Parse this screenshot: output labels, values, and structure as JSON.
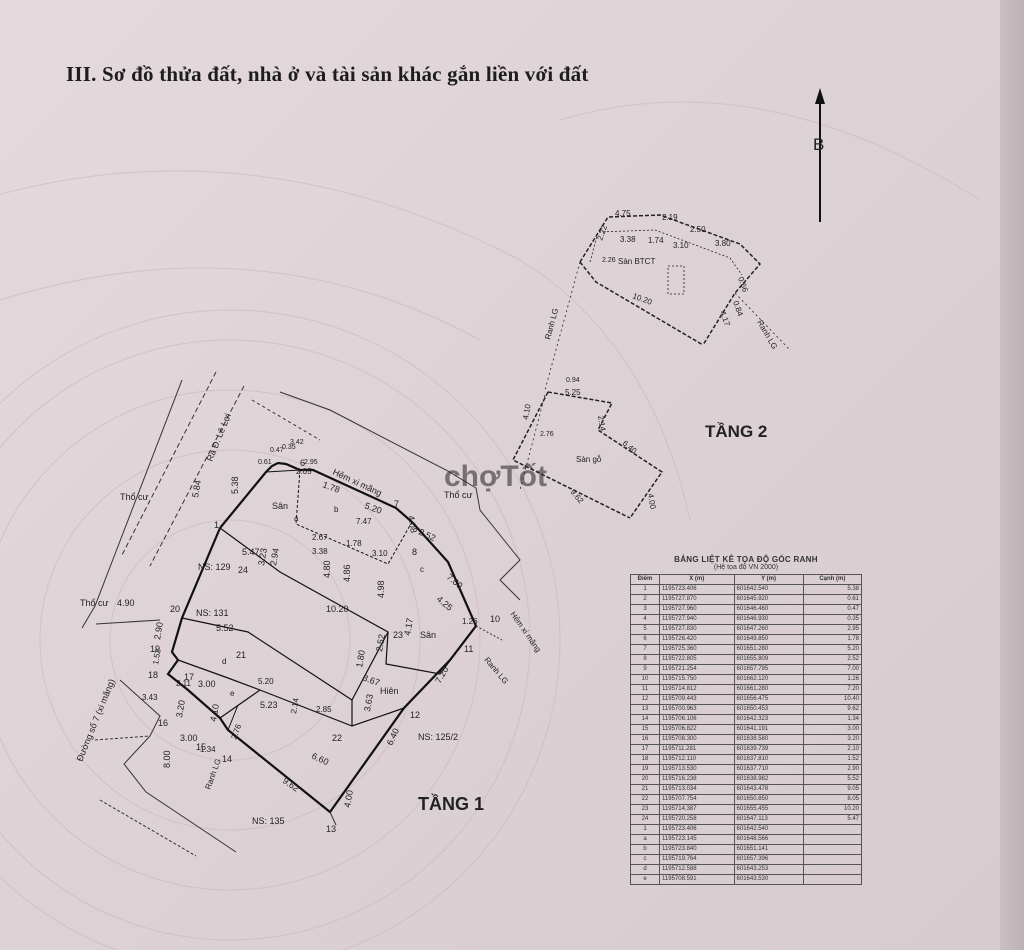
{
  "heading": "III. Sơ đồ thửa đất, nhà ở và tài sản khác gắn liền với đất",
  "north_label": "B",
  "floor1_label": "TẦNG 1",
  "floor2_label": "TẦNG 2",
  "labels": {
    "tho_cu": "Thổ cư",
    "san": "Sân",
    "hien": "Hiên",
    "hem_xi_mang": "Hẻm xi măng",
    "ranh_lg": "Ranh LG",
    "ra_duong": "Ra Đ. Lê Lợi",
    "duong_so_7": "Đường số 7 (xi măng)",
    "ns_129": "NS: 129",
    "ns_131": "NS: 131",
    "ns_135": "NS: 135",
    "ns_125_2": "NS: 125/2",
    "san_btct": "Sàn BTCT",
    "san_go": "Sàn gỗ"
  },
  "watermark": "chợTốt",
  "table": {
    "title": "BẢNG LIỆT KÊ TỌA ĐỘ GÓC RANH",
    "subtitle": "(Hệ tọa độ VN 2000)",
    "headers": [
      "Điểm",
      "X (m)",
      "Y (m)",
      "Cạnh (m)"
    ],
    "rows": [
      [
        "1",
        "1195723.406",
        "601642.540",
        "5.38"
      ],
      [
        "2",
        "1195727.870",
        "601645.920",
        "0.61"
      ],
      [
        "3",
        "1195727.960",
        "601646.460",
        "0.47"
      ],
      [
        "4",
        "1195727.940",
        "601646.930",
        "0.35"
      ],
      [
        "5",
        "1195727.830",
        "601647.260",
        "2.95"
      ],
      [
        "6",
        "1195726.420",
        "601649.850",
        "1.78"
      ],
      [
        "7",
        "1195725.360",
        "601651.280",
        "5.20"
      ],
      [
        "8",
        "1195722.805",
        "601655.809",
        "2.52"
      ],
      [
        "9",
        "1195721.254",
        "601657.795",
        "7.00"
      ],
      [
        "10",
        "1195715.750",
        "601662.120",
        "1.26"
      ],
      [
        "11",
        "1195714.812",
        "601661.280",
        "7.20"
      ],
      [
        "12",
        "1195709.443",
        "601656.475",
        "10.40"
      ],
      [
        "13",
        "1195700.963",
        "601650.453",
        "9.62"
      ],
      [
        "14",
        "1195706.106",
        "601642.323",
        "1.34"
      ],
      [
        "15",
        "1195706.822",
        "601641.191",
        "3.00"
      ],
      [
        "16",
        "1195708.300",
        "601638.580",
        "3.20"
      ],
      [
        "17",
        "1195711.281",
        "601639.739",
        "2.10"
      ],
      [
        "18",
        "1195712.110",
        "601637.810",
        "1.52"
      ],
      [
        "19",
        "1195713.530",
        "601637.710",
        "2.90"
      ],
      [
        "20",
        "1195716.238",
        "601638.982",
        "5.52"
      ],
      [
        "21",
        "1195713.034",
        "601643.478",
        "9.05"
      ],
      [
        "22",
        "1195707.754",
        "601650.850",
        "8.05"
      ],
      [
        "23",
        "1195714.387",
        "601655.455",
        "10.20"
      ],
      [
        "24",
        "1195720.258",
        "601647.113",
        "5.47"
      ],
      [
        "1",
        "1195723.406",
        "601642.540",
        ""
      ],
      [
        "a",
        "1195723.145",
        "601648.566",
        ""
      ],
      [
        "b",
        "1195723.840",
        "601651.141",
        ""
      ],
      [
        "c",
        "1195719.764",
        "601657.396",
        ""
      ],
      [
        "d",
        "1195712.588",
        "601643.253",
        ""
      ],
      [
        "e",
        "1195708.591",
        "601643.530",
        ""
      ]
    ]
  }
}
